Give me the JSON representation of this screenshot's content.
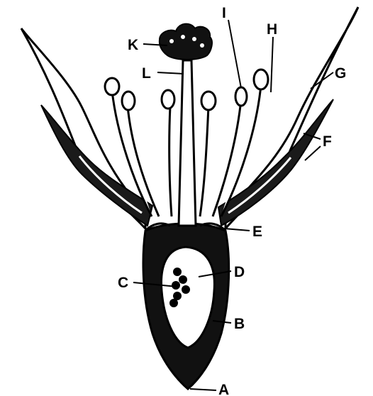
{
  "colors": {
    "ink": "#000000",
    "paper": "#ffffff"
  },
  "labels": {
    "A": "A",
    "B": "B",
    "C": "C",
    "D": "D",
    "E": "E",
    "F": "F",
    "G": "G",
    "H": "H",
    "I": "I",
    "K": "K",
    "L": "L"
  }
}
